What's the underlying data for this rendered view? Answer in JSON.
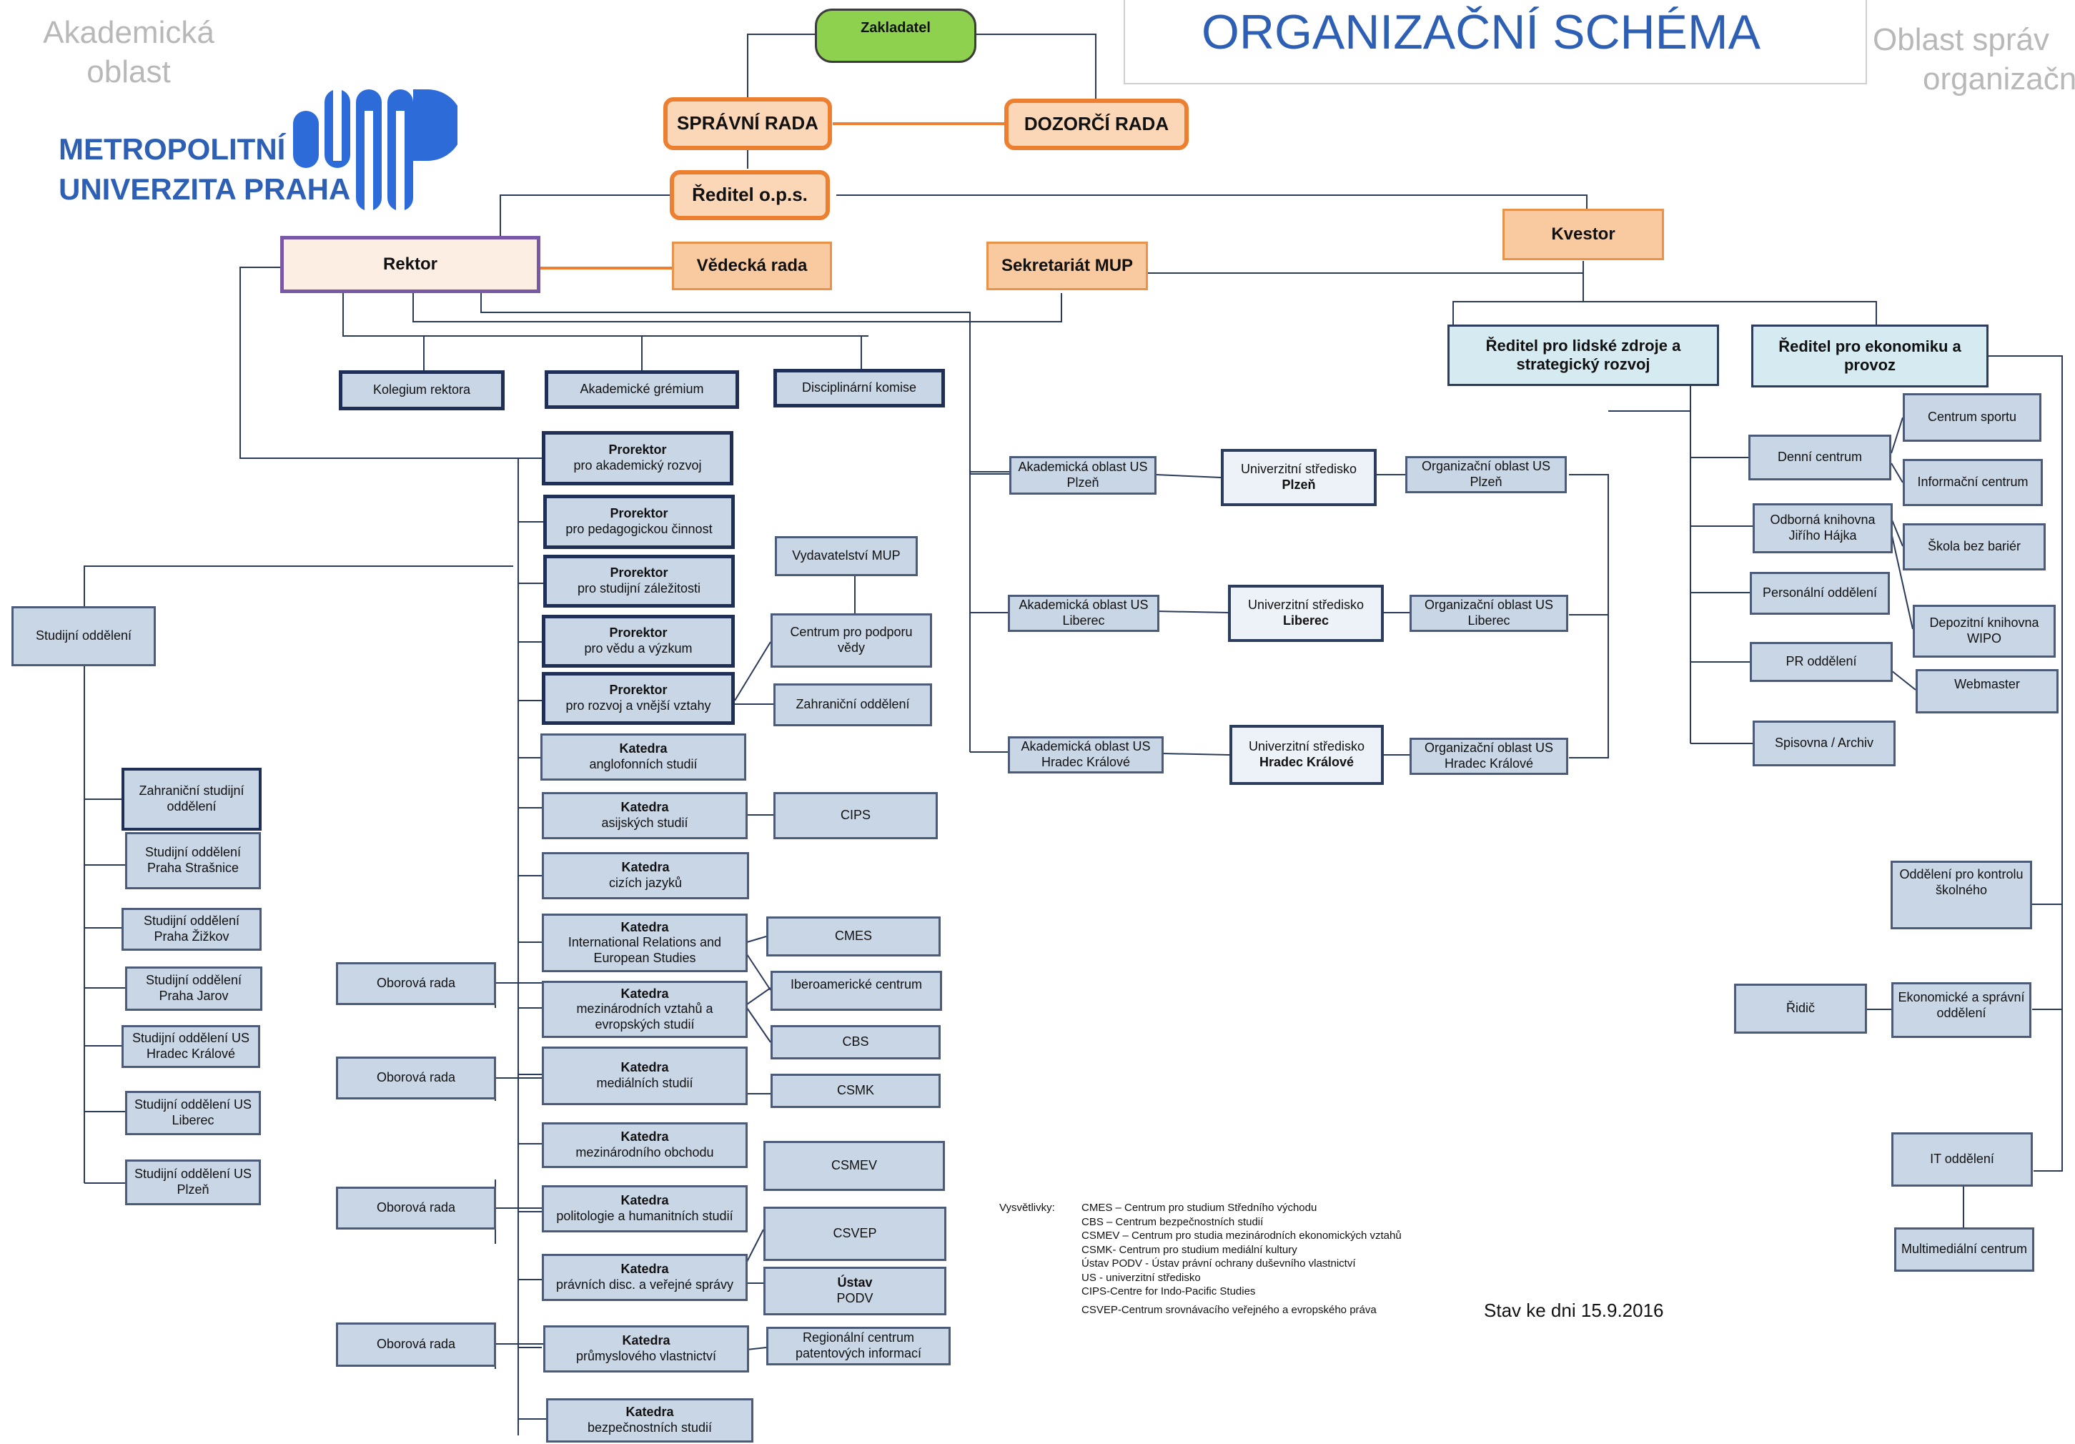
{
  "title": "ORGANIZAČNÍ SCHÉMA",
  "side_left": [
    "Akademická",
    "oblast"
  ],
  "side_right": [
    "Oblast správ",
    "organizačn"
  ],
  "logo": {
    "line1": "METROPOLITNÍ",
    "line2": "UNIVERZITA PRAHA",
    "color": "#2d5fb5"
  },
  "top": {
    "zakladatel": "Zakladatel",
    "spravni_rada": "SPRÁVNÍ RADA",
    "dozorci_rada": "DOZORČÍ RADA",
    "reditel_ops": "Ředitel o.p.s.",
    "rektor": "Rektor",
    "vedecka_rada": "Vědecká rada",
    "sekretariat": "Sekretariát MUP",
    "kvestor": "Kvestor"
  },
  "rector_bodies": [
    "Kolegium rektora",
    "Akademické grémium",
    "Disciplinární komise"
  ],
  "prorektori": [
    {
      "title": "Prorektor",
      "sub": "pro akademický rozvoj"
    },
    {
      "title": "Prorektor",
      "sub": "pro pedagogickou činnost"
    },
    {
      "title": "Prorektor",
      "sub": "pro studijní záležitosti"
    },
    {
      "title": "Prorektor",
      "sub": "pro vědu a výzkum"
    },
    {
      "title": "Prorektor",
      "sub": "pro rozvoj a vnější vztahy"
    }
  ],
  "katedry": [
    {
      "title": "Katedra",
      "sub": "anglofonních studií"
    },
    {
      "title": "Katedra",
      "sub": "asijských studií"
    },
    {
      "title": "Katedra",
      "sub": "cizích jazyků"
    },
    {
      "title": "Katedra",
      "sub": "International Relations and European Studies"
    },
    {
      "title": "Katedra",
      "sub": "mezinárodních vztahů a evropských studií"
    },
    {
      "title": "Katedra",
      "sub": "mediálních studií"
    },
    {
      "title": "Katedra",
      "sub": "mezinárodního obchodu"
    },
    {
      "title": "Katedra",
      "sub": "politologie a humanitních studií"
    },
    {
      "title": "Katedra",
      "sub": "právních disc. a veřejné správy"
    },
    {
      "title": "Katedra",
      "sub": "průmyslového vlastnictví"
    },
    {
      "title": "Katedra",
      "sub": "bezpečnostních studií"
    }
  ],
  "centers": {
    "vydavatelstvi": "Vydavatelství MUP",
    "centrum_vedy": "Centrum pro podporu vědy",
    "zahranicni": "Zahraniční oddělení",
    "cips": "CIPS",
    "cmes": "CMES",
    "ibero": "Iberoamerické centrum",
    "cbs": "CBS",
    "csmk": "CSMK",
    "csmev": "CSMEV",
    "csvep": "CSVEP",
    "ustav_title": "Ústav",
    "ustav_sub": "PODV",
    "regionalni": "Regionální centrum patentových informací"
  },
  "oborova_rada": "Oborová rada",
  "studijni": {
    "main": "Studijní oddělení",
    "sub": [
      "Zahraniční studijní oddělení",
      "Studijní oddělení Praha Strašnice",
      "Studijní oddělení Praha Žižkov",
      "Studijní oddělení Praha Jarov",
      "Studijní oddělení US Hradec Králové",
      "Studijní oddělení US Liberec",
      "Studijní oddělení US Plzeň"
    ]
  },
  "regions": [
    {
      "akad": "Akademická oblast US Plzeň",
      "us_title": "Univerzitní středisko",
      "us_city": "Plzeň",
      "org": "Organizační oblast US Plzeň"
    },
    {
      "akad": "Akademická oblast US Liberec",
      "us_title": "Univerzitní středisko",
      "us_city": "Liberec",
      "org": "Organizační oblast US Liberec"
    },
    {
      "akad": "Akademická oblast US Hradec Králové",
      "us_title": "Univerzitní středisko",
      "us_city": "Hradec Králové",
      "org": "Organizační oblast US Hradec Králové"
    }
  ],
  "reditel_lz": "Ředitel pro lidské zdroje a strategický rozvoj",
  "reditel_ek": "Ředitel pro ekonomiku a provoz",
  "lz_units": [
    "Denní centrum",
    "Odborná knihovna Jiřího Hájka",
    "Personální oddělení",
    "PR oddělení",
    "Spisovna / Archiv"
  ],
  "right_units": [
    "Centrum sportu",
    "Informační centrum",
    "Škola bez bariér",
    "Depozitní knihovna WIPO",
    "Webmaster"
  ],
  "ek_units": [
    "Oddělení pro kontrolu školného",
    "Ekonomické a správní oddělení",
    "Řidič",
    "IT oddělení",
    "Multimediální centrum"
  ],
  "legend": {
    "label": "Vysvětlivky:",
    "items": [
      "CMES – Centrum pro studium Středního východu",
      "CBS – Centrum bezpečnostních studií",
      "CSMEV – Centrum pro studia mezinárodních ekonomických vztahů",
      "CSMK- Centrum pro studium mediální kultury",
      "Ústav PODV - Ústav právní ochrany duševního vlastnictví",
      "US - univerzitní středisko",
      "CIPS-Centre for Indo-Pacific Studies",
      "CSVEP-Centrum srovnávacího veřejného a evropského práva"
    ]
  },
  "stav": "Stav ke dni 15.9.2016",
  "colors": {
    "title": "#2d5fb5",
    "box_fill": "#c9d6e6",
    "orange": "#ec7f30",
    "line": "#3a4a66"
  }
}
